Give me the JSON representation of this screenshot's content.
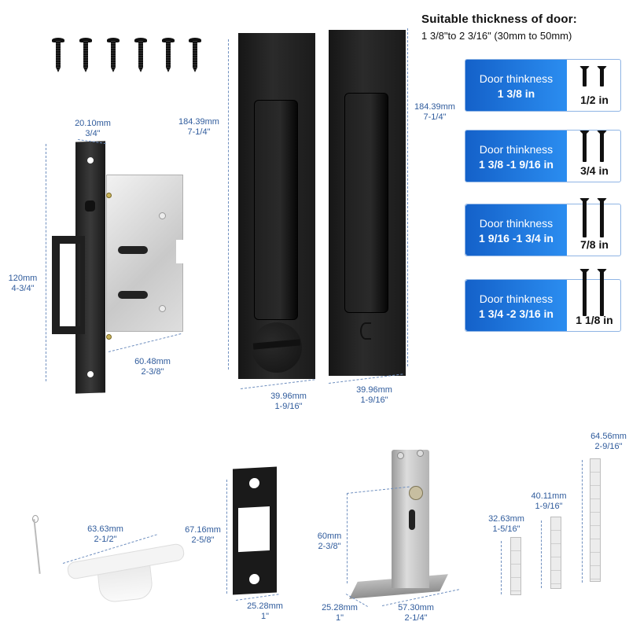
{
  "header": {
    "title": "Suitable thickness of door:",
    "subtitle": "1 3/8\"to 2 3/16\" (30mm to 50mm)"
  },
  "thickness_cards": [
    {
      "label": "Door thinkness",
      "range": "1 3/8 in",
      "screw_size": "1/2 in"
    },
    {
      "label": "Door thinkness",
      "range": "1 3/8 -1 9/16 in",
      "screw_size": "3/4 in"
    },
    {
      "label": "Door thinkness",
      "range": "1 9/16 -1 3/4 in",
      "screw_size": "7/8 in"
    },
    {
      "label": "Door thinkness",
      "range": "1 3/4 -2 3/16 in",
      "screw_size": "1 1/8 in"
    }
  ],
  "mortise_lock": {
    "faceplate_width": {
      "mm": "20.10mm",
      "in": "3/4\""
    },
    "height": {
      "mm": "120mm",
      "in": "4-3/4\""
    },
    "backset": {
      "mm": "60.48mm",
      "in": "2-3/8\""
    },
    "faceplate_height": {
      "mm": "184.39mm",
      "in": "7-1/4\""
    }
  },
  "pulls": {
    "left_height": {
      "mm": "184.39mm",
      "in": "7-1/4\""
    },
    "right_height": {
      "mm": "184.39mm",
      "in": "7-1/4\""
    },
    "left_width": {
      "mm": "39.96mm",
      "in": "1-9/16\""
    },
    "right_width": {
      "mm": "39.96mm",
      "in": "1-9/16\""
    }
  },
  "dust_box": {
    "length": {
      "mm": "63.63mm",
      "in": "2-1/2\""
    }
  },
  "strike_plate": {
    "height": {
      "mm": "67.16mm",
      "in": "2-5/8\""
    },
    "width": {
      "mm": "25.28mm",
      "in": "1\""
    }
  },
  "strike_bracket": {
    "height": {
      "mm": "60mm",
      "in": "2-3/8\""
    },
    "depth": {
      "mm": "25.28mm",
      "in": "1\""
    },
    "length": {
      "mm": "57.30mm",
      "in": "2-1/4\""
    }
  },
  "spacers": [
    {
      "mm": "32.63mm",
      "in": "1-5/16\""
    },
    {
      "mm": "40.11mm",
      "in": "1-9/16\""
    },
    {
      "mm": "64.56mm",
      "in": "2-9/16\""
    }
  ],
  "colors": {
    "card_gradient_start": "#1461c9",
    "card_gradient_end": "#2b8df0",
    "dimension_text": "#2f5b9c",
    "hardware_black": "#1a1a1a"
  }
}
